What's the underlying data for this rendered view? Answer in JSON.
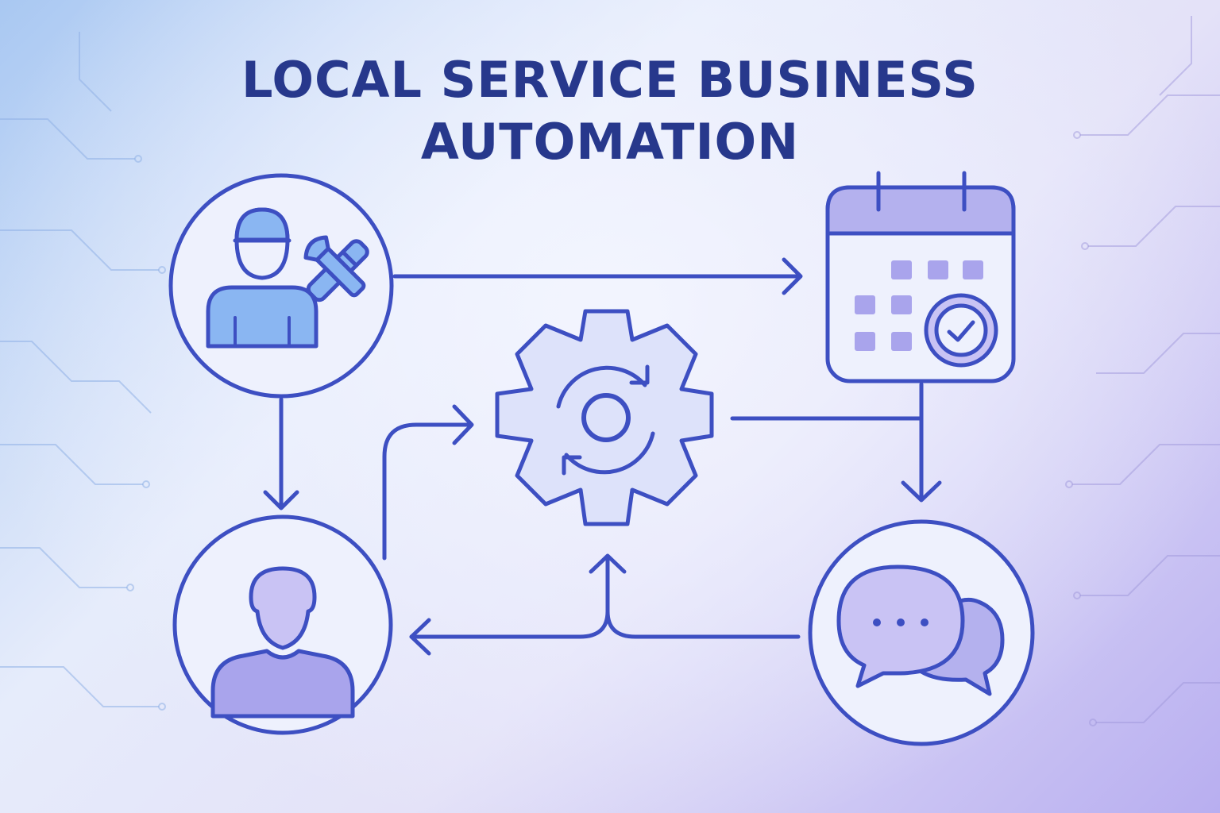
{
  "title": {
    "line1": "LOCAL SERVICE BUSINESS",
    "line2": "AUTOMATION"
  },
  "colors": {
    "stroke": "#3d4fc2",
    "title": "#27388c",
    "fill_blue": "#8ab6f2",
    "fill_purple": "#a9a4ec",
    "fill_lavender": "#c9c3f4"
  },
  "nodes": [
    {
      "id": "technician",
      "icon": "technician-with-tools-icon"
    },
    {
      "id": "calendar",
      "icon": "calendar-check-icon"
    },
    {
      "id": "automation",
      "icon": "gear-sync-icon"
    },
    {
      "id": "customer",
      "icon": "customer-person-icon"
    },
    {
      "id": "messaging",
      "icon": "chat-bubbles-icon"
    }
  ],
  "connections": [
    {
      "from": "technician",
      "to": "calendar"
    },
    {
      "from": "technician",
      "to": "customer"
    },
    {
      "from": "customer",
      "to": "automation"
    },
    {
      "from": "calendar",
      "to": "messaging"
    },
    {
      "from": "messaging",
      "to": "customer"
    },
    {
      "from": "messaging",
      "to": "automation"
    }
  ]
}
